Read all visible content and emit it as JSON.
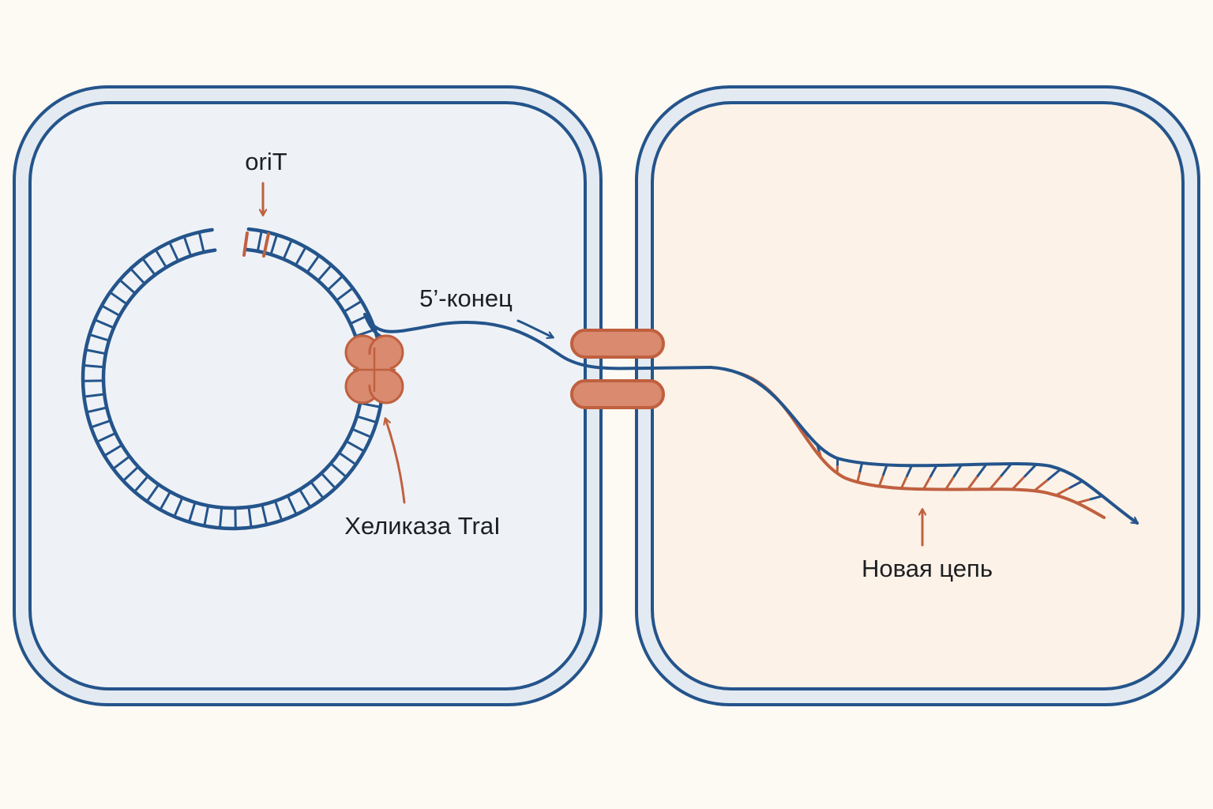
{
  "labels": {
    "origin": "oriT",
    "five_prime_end": "5’-конец",
    "helicase": "Хеликаза TraI",
    "new_strand": "Новая цепь"
  },
  "colors": {
    "background": "#fdf9f3",
    "donor_fill": "#eef2f6",
    "recipient_fill": "#fcf2e8",
    "membrane": "#24548b",
    "membrane_gap": "#e4eaf1",
    "dna": "#24548b",
    "protein": "#d98a6f",
    "protein_stroke": "#c0603f",
    "new_strand": "#c0603f",
    "text": "#1e1f22"
  },
  "icons": {
    "helicase": "clover-protein-icon",
    "pore": "membrane-channel-icon"
  }
}
